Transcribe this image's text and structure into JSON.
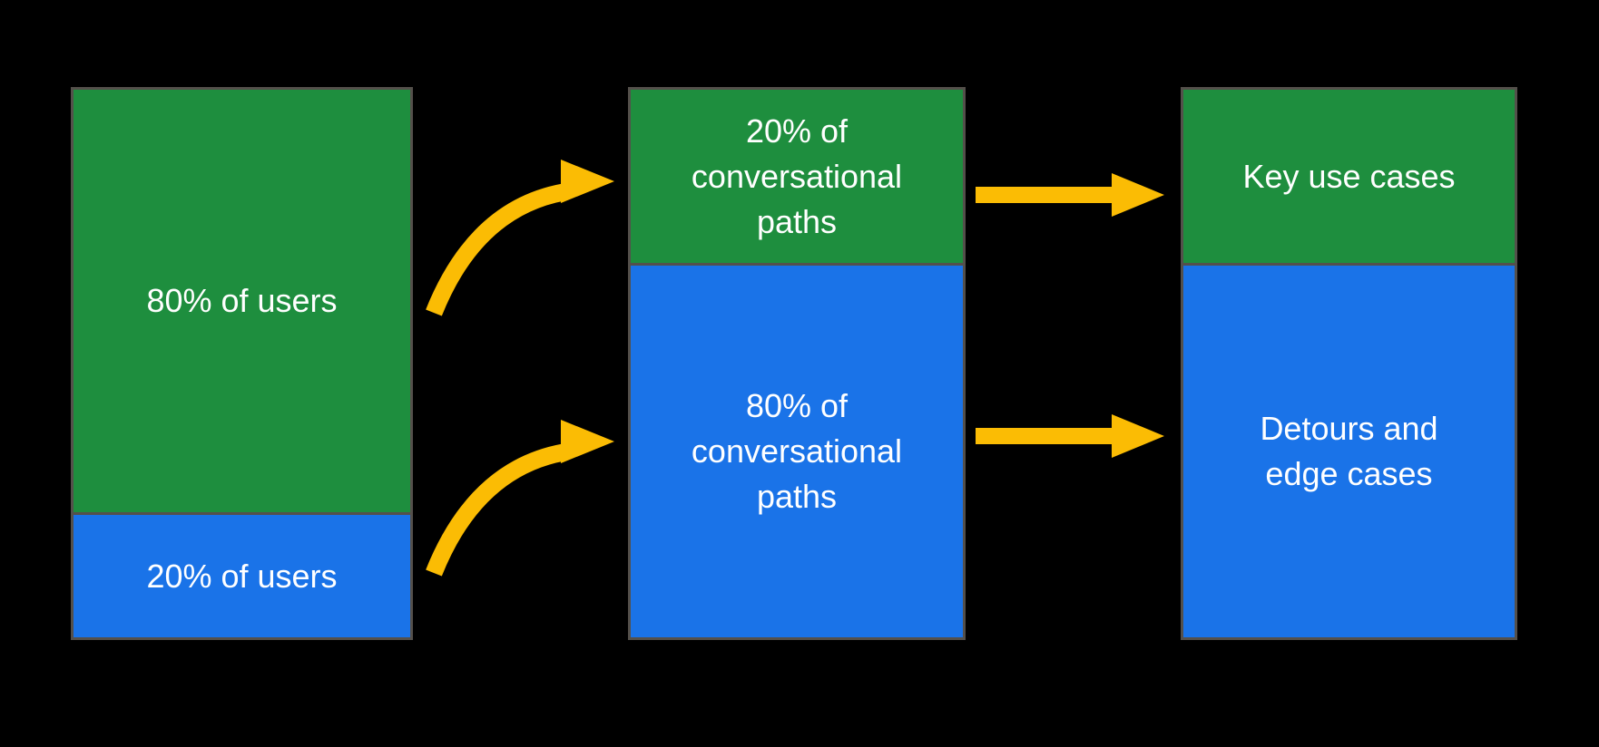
{
  "colors": {
    "green": "#1E8E3E",
    "blue": "#1A73E8",
    "yellow": "#FBBC04",
    "border": "#54504B",
    "background": "#000000",
    "text": "#FFFFFF"
  },
  "diagram": {
    "columns": [
      {
        "name": "users",
        "segments": [
          {
            "color": "green",
            "label": "80% of users"
          },
          {
            "color": "blue",
            "label": "20% of users"
          }
        ]
      },
      {
        "name": "conversational-paths",
        "segments": [
          {
            "color": "green",
            "label": "20% of conversational paths"
          },
          {
            "color": "blue",
            "label": "80% of conversational paths"
          }
        ]
      },
      {
        "name": "outcomes",
        "segments": [
          {
            "color": "green",
            "label": "Key use cases"
          },
          {
            "color": "blue",
            "label": "Detours and edge cases"
          }
        ]
      }
    ],
    "arrows": [
      {
        "name": "curved-arrow-top",
        "style": "curved",
        "from": "80% of users",
        "to": "20% of conversational paths"
      },
      {
        "name": "curved-arrow-bottom",
        "style": "curved",
        "from": "20% of users",
        "to": "80% of conversational paths"
      },
      {
        "name": "straight-arrow-top",
        "style": "straight",
        "from": "20% of conversational paths",
        "to": "Key use cases"
      },
      {
        "name": "straight-arrow-bottom",
        "style": "straight",
        "from": "80% of conversational paths",
        "to": "Detours and edge cases"
      }
    ]
  }
}
